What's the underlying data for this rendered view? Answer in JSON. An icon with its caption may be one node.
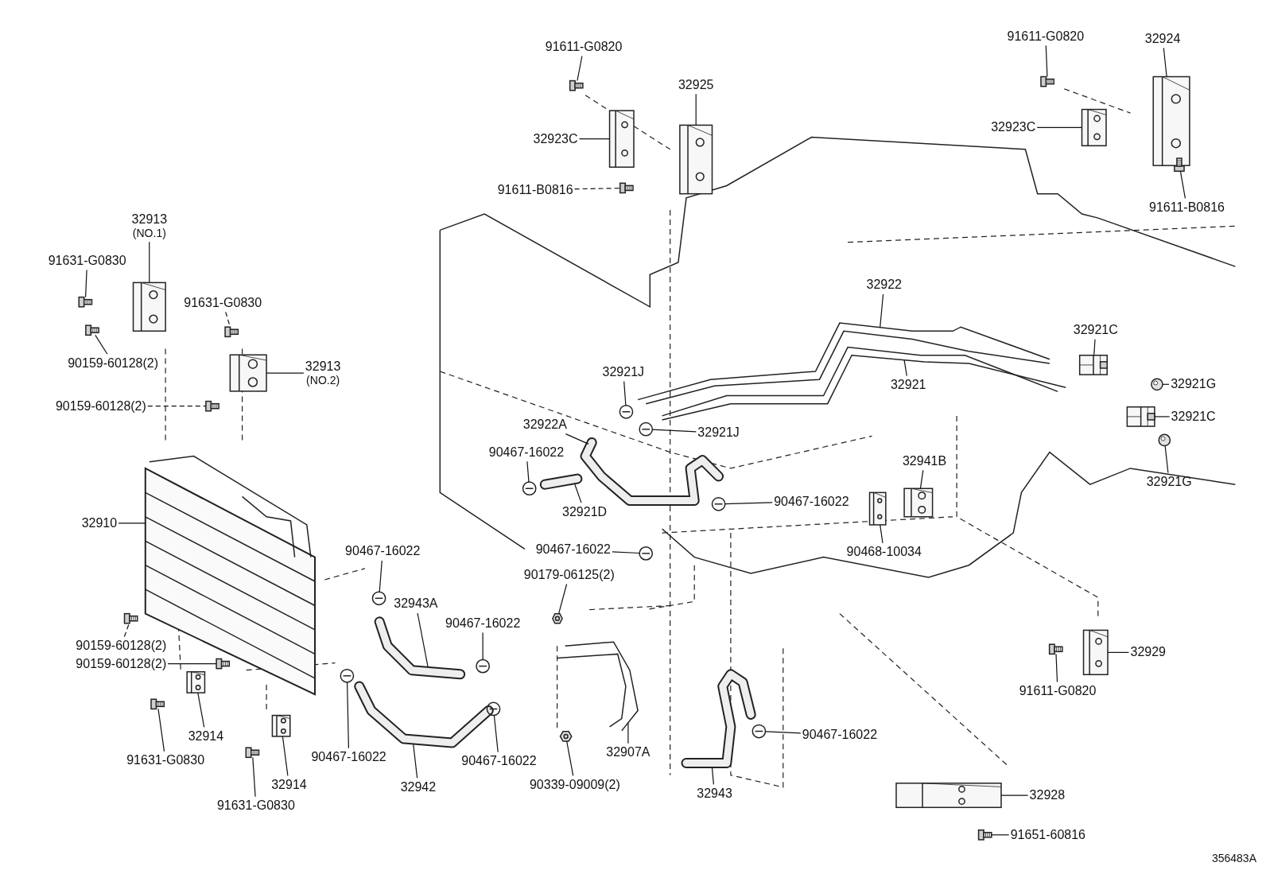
{
  "diagram": {
    "nodes": [
      {
        "text": [
          "91611-G0820"
        ]
      },
      {
        "text": [
          "32925"
        ]
      },
      {
        "text": [
          "32923C"
        ]
      },
      {
        "text": [
          "91611-B0816"
        ]
      },
      {
        "text": [
          "91611-G0820"
        ]
      },
      {
        "text": [
          "32924"
        ]
      },
      {
        "text": [
          "32923C"
        ]
      },
      {
        "text": [
          "91611-B0816"
        ]
      },
      {
        "text": [
          "32913",
          "(NO.1)"
        ]
      },
      {
        "text": [
          "91631-G0830"
        ]
      },
      {
        "text": [
          "91631-G0830"
        ]
      },
      {
        "text": [
          "90159-60128(2)"
        ]
      },
      {
        "text": [
          "32913",
          "(NO.2)"
        ]
      },
      {
        "text": [
          "90159-60128(2)"
        ]
      },
      {
        "text": [
          "32910"
        ]
      },
      {
        "text": [
          "90467-16022"
        ]
      },
      {
        "text": [
          "90467-16022"
        ]
      },
      {
        "text": [
          "90179-06125(2)"
        ]
      },
      {
        "text": [
          "90467-16022"
        ]
      },
      {
        "text": [
          "32943A"
        ]
      },
      {
        "text": [
          "90159-60128(2)"
        ]
      },
      {
        "text": [
          "90159-60128(2)"
        ]
      },
      {
        "text": [
          "32914"
        ]
      },
      {
        "text": [
          "91631-G0830"
        ]
      },
      {
        "text": [
          "32914"
        ]
      },
      {
        "text": [
          "91631-G0830"
        ]
      },
      {
        "text": [
          "90467-16022"
        ]
      },
      {
        "text": [
          "32942"
        ]
      },
      {
        "text": [
          "90467-16022"
        ]
      },
      {
        "text": [
          "90339-09009(2)"
        ]
      },
      {
        "text": [
          "32907A"
        ]
      },
      {
        "text": [
          "32943"
        ]
      },
      {
        "text": [
          "90467-16022"
        ]
      },
      {
        "text": [
          "32922A"
        ]
      },
      {
        "text": [
          "90467-16022"
        ]
      },
      {
        "text": [
          "32921D"
        ]
      },
      {
        "text": [
          "32921J"
        ]
      },
      {
        "text": [
          "32921J"
        ]
      },
      {
        "text": [
          "90467-16022"
        ]
      },
      {
        "text": [
          "32922"
        ]
      },
      {
        "text": [
          "32921"
        ]
      },
      {
        "text": [
          "32921C"
        ]
      },
      {
        "text": [
          "32921G"
        ]
      },
      {
        "text": [
          "32921C"
        ]
      },
      {
        "text": [
          "32921G"
        ]
      },
      {
        "text": [
          "32941B"
        ]
      },
      {
        "text": [
          "90468-10034"
        ]
      },
      {
        "text": [
          "32929"
        ]
      },
      {
        "text": [
          "91611-G0820"
        ]
      },
      {
        "text": [
          "32928"
        ]
      },
      {
        "text": [
          "91651-60816"
        ]
      },
      {
        "text": [],
        "shape": "picture"
      },
      {
        "text": [],
        "shape": "picture"
      },
      {
        "text": [],
        "shape": "picture"
      },
      {
        "text": [],
        "shape": "picture"
      },
      {
        "text": [],
        "shape": "picture"
      },
      {
        "text": [],
        "shape": "picture"
      },
      {
        "text": [],
        "shape": "picture"
      },
      {
        "text": [],
        "shape": "picture"
      },
      {
        "text": [],
        "shape": "picture"
      },
      {
        "text": [],
        "shape": "picture"
      },
      {
        "text": [],
        "shape": "picture"
      },
      {
        "text": [],
        "shape": "picture"
      },
      {
        "text": [],
        "shape": "picture"
      },
      {
        "text": [],
        "shape": "picture"
      },
      {
        "text": [],
        "shape": "picture"
      },
      {
        "text": [],
        "shape": "picture"
      },
      {
        "text": [],
        "shape": "picture"
      },
      {
        "text": [],
        "shape": "picture"
      },
      {
        "text": [],
        "shape": "picture"
      },
      {
        "text": [],
        "shape": "picture"
      },
      {
        "text": [],
        "shape": "picture"
      },
      {
        "text": [],
        "shape": "picture"
      },
      {
        "text": [],
        "shape": "picture"
      },
      {
        "text": [],
        "shape": "picture"
      },
      {
        "text": [],
        "shape": "picture"
      },
      {
        "text": [],
        "shape": "picture"
      },
      {
        "text": [],
        "shape": "picture"
      },
      {
        "text": [],
        "shape": "picture"
      },
      {
        "text": [],
        "shape": "picture"
      },
      {
        "text": [],
        "shape": "picture"
      },
      {
        "text": [],
        "shape": "picture"
      },
      {
        "text": [],
        "shape": "picture"
      },
      {
        "text": [],
        "shape": "picture"
      },
      {
        "text": [],
        "shape": "picture"
      },
      {
        "text": [],
        "shape": "picture"
      },
      {
        "text": [],
        "shape": "picture"
      },
      {
        "text": [],
        "shape": "picture"
      },
      {
        "text": [],
        "shape": "picture"
      },
      {
        "text": [],
        "shape": "picture"
      },
      {
        "text": [],
        "shape": "picture"
      },
      {
        "text": [],
        "shape": "picture"
      },
      {
        "text": [],
        "shape": "picture"
      },
      {
        "text": [],
        "shape": "picture"
      },
      {
        "text": [],
        "shape": "picture"
      },
      {
        "text": [],
        "shape": "picture"
      },
      {
        "text": [],
        "shape": "picture"
      },
      {
        "text": [],
        "shape": "picture"
      },
      {
        "text": [],
        "shape": "picture"
      },
      {
        "text": [],
        "shape": "picture"
      },
      {
        "text": [],
        "shape": "picture"
      },
      {
        "text": [],
        "shape": "picture"
      }
    ],
    "edges": [
      {
        "from": 0,
        "to": 51,
        "arrow": "none"
      },
      {
        "from": 1,
        "to": 52,
        "arrow": "none"
      },
      {
        "from": 2,
        "to": 53,
        "arrow": "none"
      },
      {
        "from": 3,
        "to": 54,
        "arrow": "none",
        "style": "dashed"
      },
      {
        "from": 4,
        "to": 55,
        "arrow": "none"
      },
      {
        "from": 5,
        "to": 56,
        "arrow": "none"
      },
      {
        "from": 6,
        "to": 57,
        "arrow": "none"
      },
      {
        "from": 7,
        "to": 58,
        "arrow": "none"
      },
      {
        "from": 8,
        "to": 59,
        "arrow": "none"
      },
      {
        "from": 9,
        "to": 60,
        "arrow": "none"
      },
      {
        "from": 10,
        "to": 61,
        "arrow": "none",
        "style": "dashed"
      },
      {
        "from": 11,
        "to": 62,
        "arrow": "none"
      },
      {
        "from": 12,
        "to": 63,
        "arrow": "none"
      },
      {
        "from": 13,
        "to": 64,
        "arrow": "none",
        "style": "dashed"
      },
      {
        "from": 14,
        "to": 65,
        "arrow": "none"
      },
      {
        "from": 15,
        "to": 66,
        "arrow": "none"
      },
      {
        "from": 16,
        "to": 67,
        "arrow": "none"
      },
      {
        "from": 17,
        "to": 68,
        "arrow": "none"
      },
      {
        "from": 18,
        "to": 69,
        "arrow": "none"
      },
      {
        "from": 19,
        "to": 70,
        "arrow": "none"
      },
      {
        "from": 20,
        "to": 71,
        "arrow": "none",
        "style": "dashed"
      },
      {
        "from": 21,
        "to": 72,
        "arrow": "none"
      },
      {
        "from": 22,
        "to": 73,
        "arrow": "none"
      },
      {
        "from": 23,
        "to": 74,
        "arrow": "none"
      },
      {
        "from": 24,
        "to": 75,
        "arrow": "none"
      },
      {
        "from": 25,
        "to": 76,
        "arrow": "none"
      },
      {
        "from": 26,
        "to": 77,
        "arrow": "none"
      },
      {
        "from": 27,
        "to": 78,
        "arrow": "none"
      },
      {
        "from": 28,
        "to": 79,
        "arrow": "none"
      },
      {
        "from": 29,
        "to": 80,
        "arrow": "none"
      },
      {
        "from": 30,
        "to": 81,
        "arrow": "none"
      },
      {
        "from": 31,
        "to": 82,
        "arrow": "none"
      },
      {
        "from": 32,
        "to": 83,
        "arrow": "none"
      },
      {
        "from": 33,
        "to": 84,
        "arrow": "none"
      },
      {
        "from": 34,
        "to": 85,
        "arrow": "none"
      },
      {
        "from": 35,
        "to": 86,
        "arrow": "none"
      },
      {
        "from": 36,
        "to": 87,
        "arrow": "none"
      },
      {
        "from": 37,
        "to": 88,
        "arrow": "none"
      },
      {
        "from": 38,
        "to": 89,
        "arrow": "none"
      },
      {
        "from": 39,
        "to": 90,
        "arrow": "none"
      },
      {
        "from": 40,
        "to": 91,
        "arrow": "none"
      },
      {
        "from": 41,
        "to": 92,
        "arrow": "none"
      },
      {
        "from": 42,
        "to": 93,
        "arrow": "none"
      },
      {
        "from": 43,
        "to": 94,
        "arrow": "none"
      },
      {
        "from": 44,
        "to": 95,
        "arrow": "none"
      },
      {
        "from": 45,
        "to": 96,
        "arrow": "none"
      },
      {
        "from": 46,
        "to": 97,
        "arrow": "none"
      },
      {
        "from": 47,
        "to": 98,
        "arrow": "none"
      },
      {
        "from": 48,
        "to": 99,
        "arrow": "none"
      },
      {
        "from": 49,
        "to": 100,
        "arrow": "none"
      },
      {
        "from": 50,
        "to": 101,
        "arrow": "none"
      }
    ],
    "labels": [
      "356483A"
    ]
  }
}
